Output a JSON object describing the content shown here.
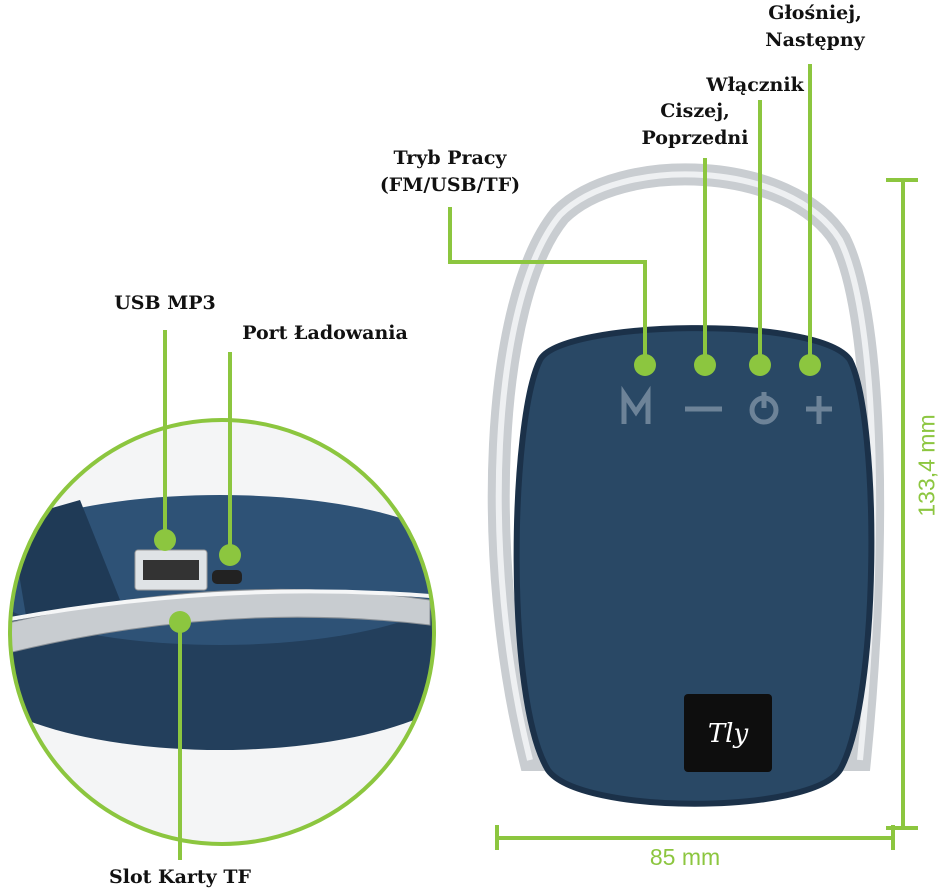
{
  "colors": {
    "accent": "#8cc63f",
    "speaker_body": "#294865",
    "clip": "#c9cdd1"
  },
  "callouts": {
    "mode": {
      "line1": "Tryb Pracy",
      "line2": "(FM/USB/TF)"
    },
    "volume_down": {
      "line1": "Ciszej,",
      "line2": "Poprzedni"
    },
    "power": {
      "line1": "Włącznik"
    },
    "volume_up": {
      "line1": "Głośniej,",
      "line2": "Następny"
    },
    "usb": {
      "line1": "USB MP3"
    },
    "charging": {
      "line1": "Port Ładowania"
    },
    "tf_slot": {
      "line1": "Slot Karty TF"
    }
  },
  "dimensions": {
    "height": "133,4 mm",
    "width": "85 mm"
  },
  "product": {
    "buttons": [
      "M",
      "−",
      "⏻",
      "+"
    ],
    "logo": "Tly"
  }
}
